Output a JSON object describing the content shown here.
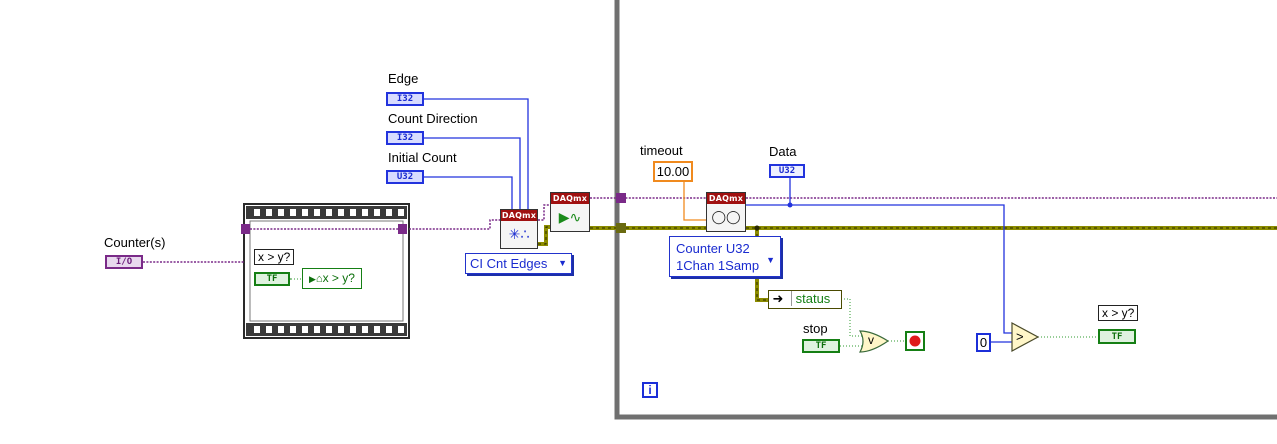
{
  "labels": {
    "edge": "Edge",
    "count_direction": "Count Direction",
    "initial_count": "Initial Count",
    "counters": "Counter(s)",
    "timeout": "timeout",
    "data": "Data",
    "stop": "stop",
    "status": "status"
  },
  "terminals": {
    "edge_type": "I32",
    "count_direction_type": "I32",
    "initial_count_type": "U32",
    "counters_type": "I/O",
    "data_type": "U32",
    "stop_type": "TF",
    "bool_type": "TF"
  },
  "constants": {
    "timeout_value": "10.00",
    "zero_value": "0"
  },
  "nodes": {
    "daqmx_header": "DAQmx",
    "channel_polymorphic": "CI Cnt Edges",
    "read_polymorphic_line1": "Counter U32",
    "read_polymorphic_line2": "1Chan 1Samp"
  },
  "comparisons": {
    "case_selector": "x > y?",
    "case_inner": "x > y?",
    "right_indicator": "x > y?"
  },
  "functions": {
    "greater": ">",
    "or": "v",
    "iteration": "i"
  },
  "colors": {
    "refnum_wire": "#7a2a88",
    "error_wire": "#8c8c00",
    "numeric_wire": "#2233dd",
    "boolean_wire": "#2f9b2f",
    "constant_orange": "#f08a1e",
    "loop_border": "#6e6e6e"
  }
}
